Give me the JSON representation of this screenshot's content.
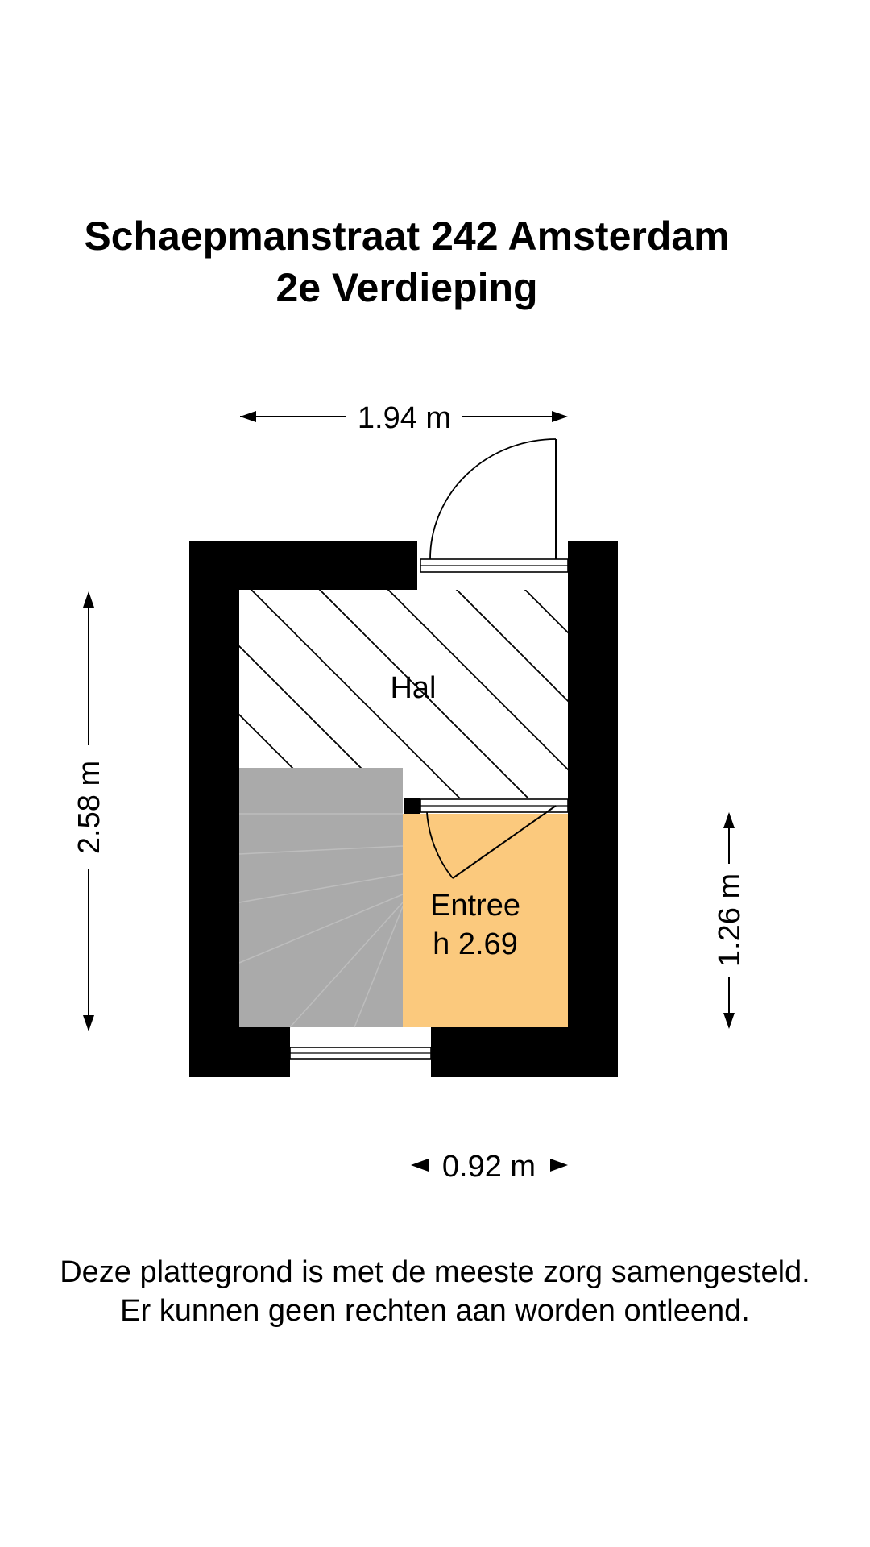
{
  "title": {
    "line1": "Schaepmanstraat 242 Amsterdam",
    "line2": "2e Verdieping"
  },
  "dimensions": {
    "width_top": "1.94 m",
    "height_left": "2.58 m",
    "height_right": "1.26 m",
    "width_bottom": "0.92 m"
  },
  "rooms": {
    "hal": {
      "name": "Hal"
    },
    "entree": {
      "name": "Entree",
      "height": "h 2.69"
    }
  },
  "colors": {
    "wall": "#000000",
    "entree_fill": "#fbc97d",
    "stairs_fill": "#aaaaaa",
    "hatch": "#000000"
  },
  "disclaimer": {
    "line1": "Deze plattegrond is met de meeste zorg samengesteld.",
    "line2": "Er kunnen geen rechten aan worden ontleend."
  }
}
